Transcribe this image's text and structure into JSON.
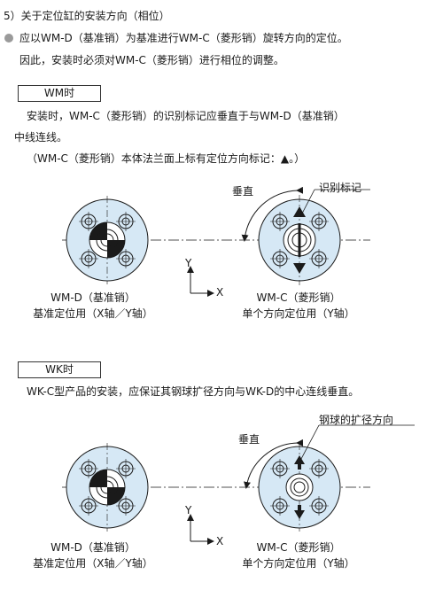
{
  "section_heading": "5）关于定位缸的安装方向（相位）",
  "intro_line1": "应以WM-D（基准销）为基准进行WM-C（菱形销）旋转方向的定位。",
  "intro_line2": "因此，安装时必须对WM-C（菱形销）进行相位的调整。",
  "wm": {
    "box_label": "WM时",
    "line1": "安装时，WM-C（菱形销）的识别标记应垂直于与WM-D（基准销）",
    "line2": "中线连线。",
    "line3": "（WM-C（菱形销）本体法兰面上标有定位方向标记：▲。）",
    "vertical_label": "垂直",
    "mark_label": "识别标记",
    "left_caption1": "WM-D（基准销）",
    "left_caption2": "基准定位用（X轴／Y轴）",
    "right_caption1": "WM-C（菱形销）",
    "right_caption2": "单个方向定位用（Y轴）",
    "axis_y": "Y",
    "axis_x": "X"
  },
  "wk": {
    "box_label": "WK时",
    "line1": "WK-C型产品的安装，应保证其钢球扩径方向与WK-D的中心连线垂直。",
    "vertical_label": "垂直",
    "mark_label": "钢球的扩径方向",
    "left_caption1": "WM-D（基准销）",
    "left_caption2": "基准定位用（X轴／Y轴）",
    "right_caption1": "WM-C（菱形销）",
    "right_caption2": "单个方向定位用（Y轴）",
    "axis_y": "Y",
    "axis_x": "X"
  },
  "colors": {
    "disc_fill": "#d6e8f5",
    "bullet": "#9a9a9a",
    "ink": "#1a1a1a"
  }
}
